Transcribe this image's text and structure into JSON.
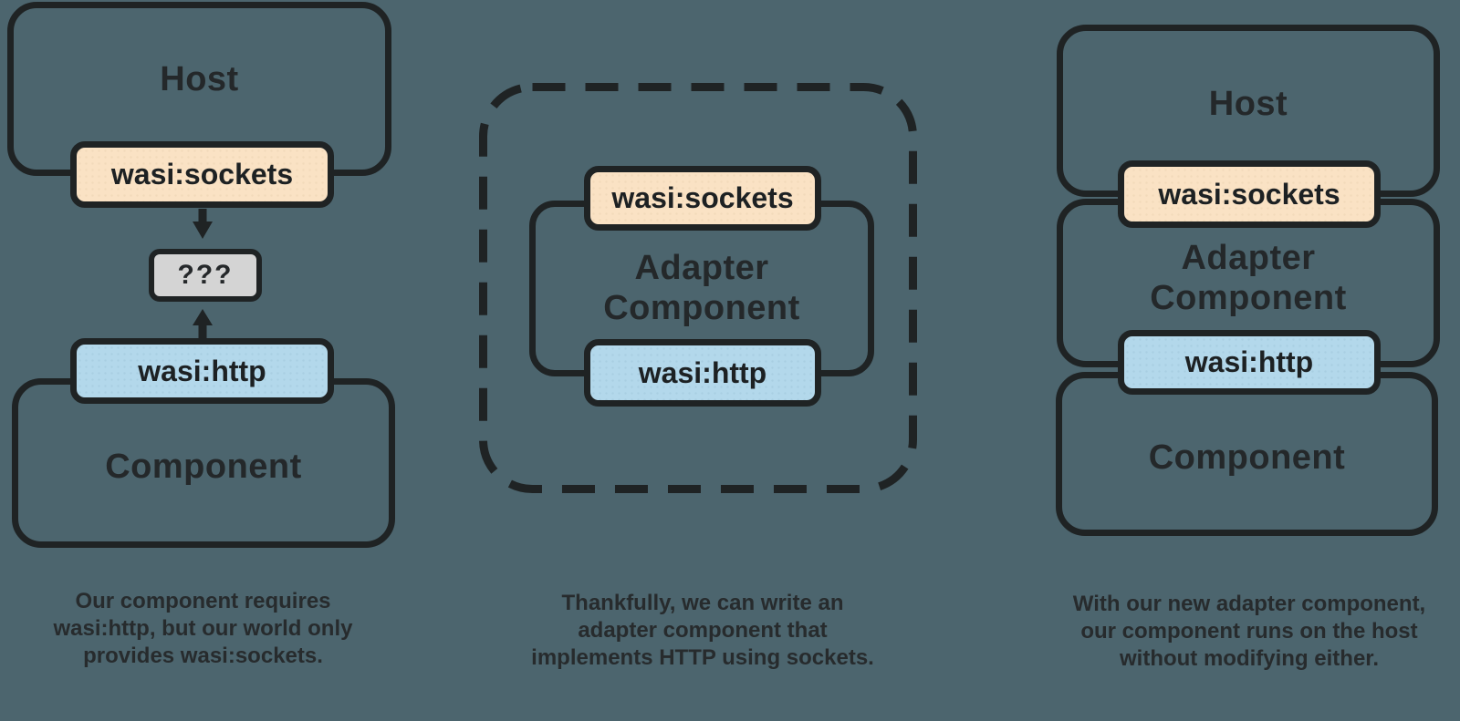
{
  "colors": {
    "background": "#4C656E",
    "stroke": "#1F2324",
    "text": "#24282A",
    "caption_text": "#272B2D",
    "sockets_fill": "#FAE2C4",
    "http_fill": "#B3D8EB",
    "mystery_fill": "#D4D4D4"
  },
  "left_panel": {
    "host_label": "Host",
    "sockets_badge": "wasi:sockets",
    "mystery_label": "???",
    "http_badge": "wasi:http",
    "component_label": "Component",
    "caption_lines": [
      "Our component requires",
      "wasi:http, but our world only",
      "provides wasi:sockets."
    ]
  },
  "middle_panel": {
    "sockets_badge": "wasi:sockets",
    "adapter_label_line1": "Adapter",
    "adapter_label_line2": "Component",
    "http_badge": "wasi:http",
    "caption_lines": [
      "Thankfully, we can write an",
      "adapter component that",
      "implements HTTP using sockets."
    ]
  },
  "right_panel": {
    "host_label": "Host",
    "sockets_badge": "wasi:sockets",
    "adapter_label_line1": "Adapter",
    "adapter_label_line2": "Component",
    "http_badge": "wasi:http",
    "component_label": "Component",
    "caption_lines": [
      "With our new adapter component,",
      "our component runs on the host",
      "without modifying either."
    ]
  }
}
